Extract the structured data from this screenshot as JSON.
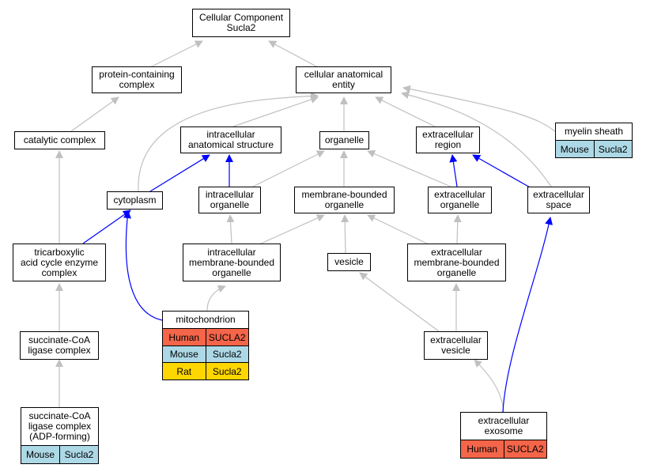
{
  "nodes": {
    "cellular_component": "Cellular Component\nSucla2",
    "protein_containing_complex": "protein-containing\ncomplex",
    "cellular_anatomical_entity": "cellular anatomical\nentity",
    "catalytic_complex": "catalytic complex",
    "intracellular_anatomical_structure": "intracellular\nanatomical structure",
    "organelle": "organelle",
    "extracellular_region": "extracellular\nregion",
    "myelin_sheath": "myelin sheath",
    "cytoplasm": "cytoplasm",
    "intracellular_organelle": "intracellular\norganelle",
    "membrane_bounded_organelle": "membrane-bounded\norganelle",
    "extracellular_organelle": "extracellular\norganelle",
    "extracellular_space": "extracellular\nspace",
    "tca_enzyme_complex": "tricarboxylic\nacid cycle enzyme\ncomplex",
    "intracellular_membrane_bounded_organelle": "intracellular\nmembrane-bounded\norganelle",
    "vesicle": "vesicle",
    "extracellular_membrane_bounded_organelle": "extracellular\nmembrane-bounded\norganelle",
    "mitochondrion": "mitochondrion",
    "succinate_coa_ligase_complex": "succinate-CoA\nligase complex",
    "extracellular_vesicle": "extracellular\nvesicle",
    "succinate_coa_ligase_adp": "succinate-CoA\nligase complex\n(ADP-forming)",
    "extracellular_exosome": "extracellular\nexosome"
  },
  "annotations": {
    "myelin_sheath": [
      {
        "species": "Mouse",
        "gene": "Sucla2"
      }
    ],
    "mitochondrion": [
      {
        "species": "Human",
        "gene": "SUCLA2"
      },
      {
        "species": "Mouse",
        "gene": "Sucla2"
      },
      {
        "species": "Rat",
        "gene": "Sucla2"
      }
    ],
    "succinate_coa_ligase_adp": [
      {
        "species": "Mouse",
        "gene": "Sucla2"
      }
    ],
    "extracellular_exosome": [
      {
        "species": "Human",
        "gene": "SUCLA2"
      }
    ]
  },
  "colors": {
    "edge_is_a": "#c0c0c0",
    "edge_part_of": "#0000ff",
    "human": "#f4654a",
    "mouse": "#add8e6",
    "rat": "#ffd700"
  }
}
